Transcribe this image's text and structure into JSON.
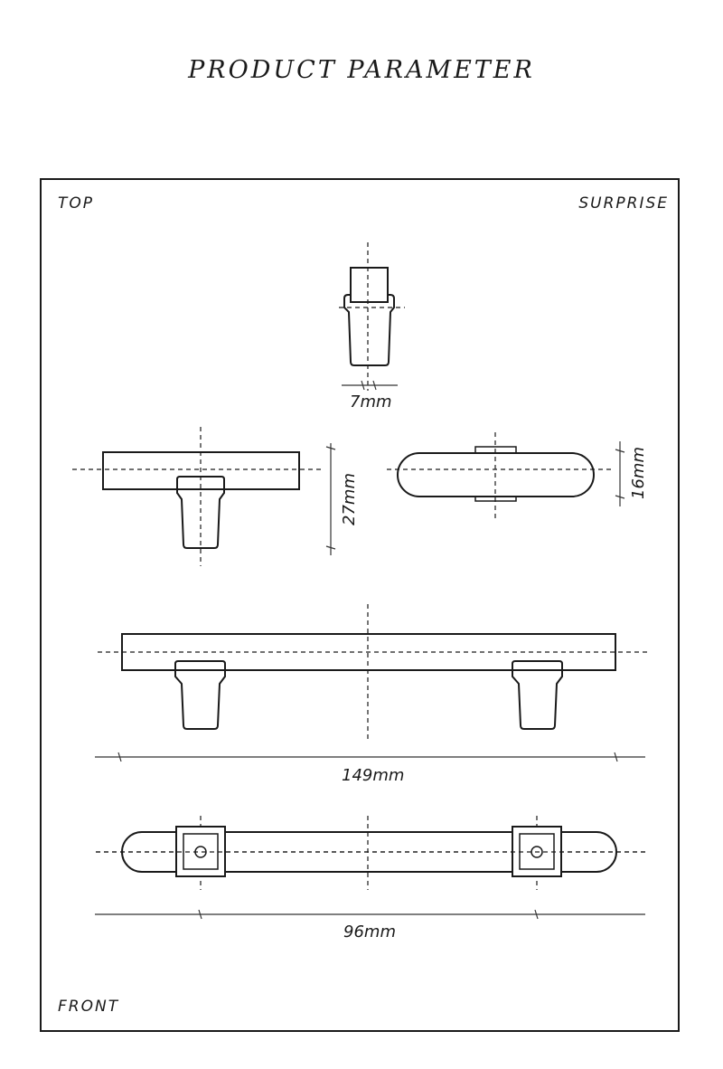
{
  "title": "PRODUCT  PARAMETER",
  "corners": {
    "top_left": "TOP",
    "top_right": "SURPRISE",
    "bottom_left": "FRONT"
  },
  "dimensions": {
    "width_base": "7mm",
    "height": "27mm",
    "depth": "16mm",
    "length": "149mm",
    "hole_spacing": "96mm"
  }
}
